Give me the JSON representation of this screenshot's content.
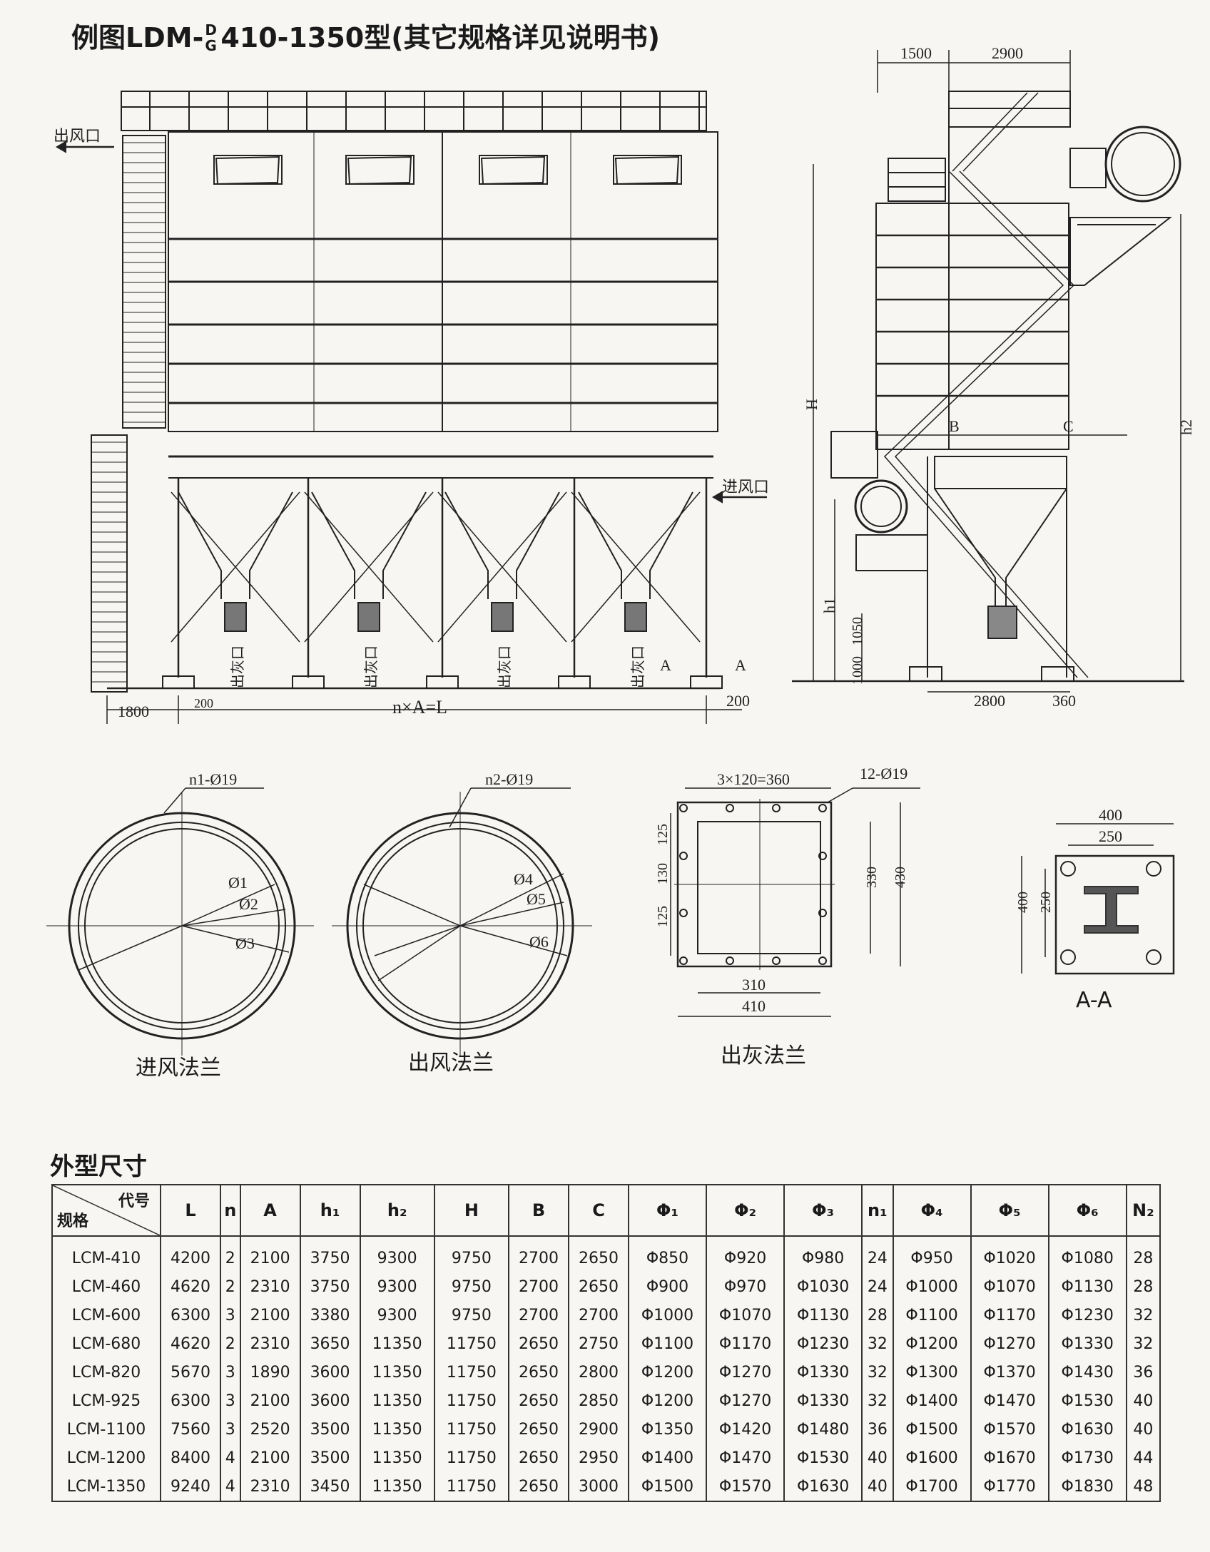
{
  "title": {
    "prefix": "例图LDM-",
    "sup": "D",
    "sub": "G",
    "suffix": "410-1350型(其它规格详见说明书)"
  },
  "front_view": {
    "outlet_label": "出风口",
    "inlet_label": "进风口",
    "ash_outlet_label": "出灰口",
    "dim_left": "1800",
    "dim_200_left": "200",
    "dim_span": "n×A=L",
    "dim_200_right": "200",
    "section_mark": "A"
  },
  "side_view": {
    "dim_1500": "1500",
    "dim_2900": "2900",
    "label_H": "H",
    "label_h1": "h1",
    "label_h2": "h2",
    "label_B": "B",
    "label_C": "C",
    "dim_1050": "1050",
    "dim_1000": "1000",
    "dim_2800": "2800",
    "dim_360": "360"
  },
  "inlet_flange": {
    "caption": "进风法兰",
    "holes": "n1-Ø19",
    "d1": "Ø1",
    "d2": "Ø2",
    "d3": "Ø3"
  },
  "outlet_flange": {
    "caption": "出风法兰",
    "holes": "n2-Ø19",
    "d4": "Ø4",
    "d5": "Ø5",
    "d6": "Ø6"
  },
  "ash_flange": {
    "caption": "出灰法兰",
    "top_dim": "3×120=360",
    "holes": "12-Ø19",
    "dim_125a": "125",
    "dim_130": "130",
    "dim_125b": "125",
    "dim_330": "330",
    "dim_430": "430",
    "dim_310": "310",
    "dim_410": "410"
  },
  "section_aa": {
    "caption": "A-A",
    "dim_400_top": "400",
    "dim_250_top": "250",
    "dim_400_side": "400",
    "dim_250_side": "250"
  },
  "table": {
    "title": "外型尺寸",
    "corner_top": "代号",
    "corner_bottom": "规格",
    "headers": [
      "L",
      "n",
      "A",
      "h₁",
      "h₂",
      "H",
      "B",
      "C",
      "Φ₁",
      "Φ₂",
      "Φ₃",
      "n₁",
      "Φ₄",
      "Φ₅",
      "Φ₆",
      "N₂"
    ],
    "rows": [
      [
        "LCM-410",
        "4200",
        "2",
        "2100",
        "3750",
        "9300",
        "9750",
        "2700",
        "2650",
        "Φ850",
        "Φ920",
        "Φ980",
        "24",
        "Φ950",
        "Φ1020",
        "Φ1080",
        "28"
      ],
      [
        "LCM-460",
        "4620",
        "2",
        "2310",
        "3750",
        "9300",
        "9750",
        "2700",
        "2650",
        "Φ900",
        "Φ970",
        "Φ1030",
        "24",
        "Φ1000",
        "Φ1070",
        "Φ1130",
        "28"
      ],
      [
        "LCM-600",
        "6300",
        "3",
        "2100",
        "3380",
        "9300",
        "9750",
        "2700",
        "2700",
        "Φ1000",
        "Φ1070",
        "Φ1130",
        "28",
        "Φ1100",
        "Φ1170",
        "Φ1230",
        "32"
      ],
      [
        "LCM-680",
        "4620",
        "2",
        "2310",
        "3650",
        "11350",
        "11750",
        "2650",
        "2750",
        "Φ1100",
        "Φ1170",
        "Φ1230",
        "32",
        "Φ1200",
        "Φ1270",
        "Φ1330",
        "32"
      ],
      [
        "LCM-820",
        "5670",
        "3",
        "1890",
        "3600",
        "11350",
        "11750",
        "2650",
        "2800",
        "Φ1200",
        "Φ1270",
        "Φ1330",
        "32",
        "Φ1300",
        "Φ1370",
        "Φ1430",
        "36"
      ],
      [
        "LCM-925",
        "6300",
        "3",
        "2100",
        "3600",
        "11350",
        "11750",
        "2650",
        "2850",
        "Φ1200",
        "Φ1270",
        "Φ1330",
        "32",
        "Φ1400",
        "Φ1470",
        "Φ1530",
        "40"
      ],
      [
        "LCM-1100",
        "7560",
        "3",
        "2520",
        "3500",
        "11350",
        "11750",
        "2650",
        "2900",
        "Φ1350",
        "Φ1420",
        "Φ1480",
        "36",
        "Φ1500",
        "Φ1570",
        "Φ1630",
        "40"
      ],
      [
        "LCM-1200",
        "8400",
        "4",
        "2100",
        "3500",
        "11350",
        "11750",
        "2650",
        "2950",
        "Φ1400",
        "Φ1470",
        "Φ1530",
        "40",
        "Φ1600",
        "Φ1670",
        "Φ1730",
        "44"
      ],
      [
        "LCM-1350",
        "9240",
        "4",
        "2310",
        "3450",
        "11350",
        "11750",
        "2650",
        "3000",
        "Φ1500",
        "Φ1570",
        "Φ1630",
        "40",
        "Φ1700",
        "Φ1770",
        "Φ1830",
        "48"
      ]
    ]
  }
}
